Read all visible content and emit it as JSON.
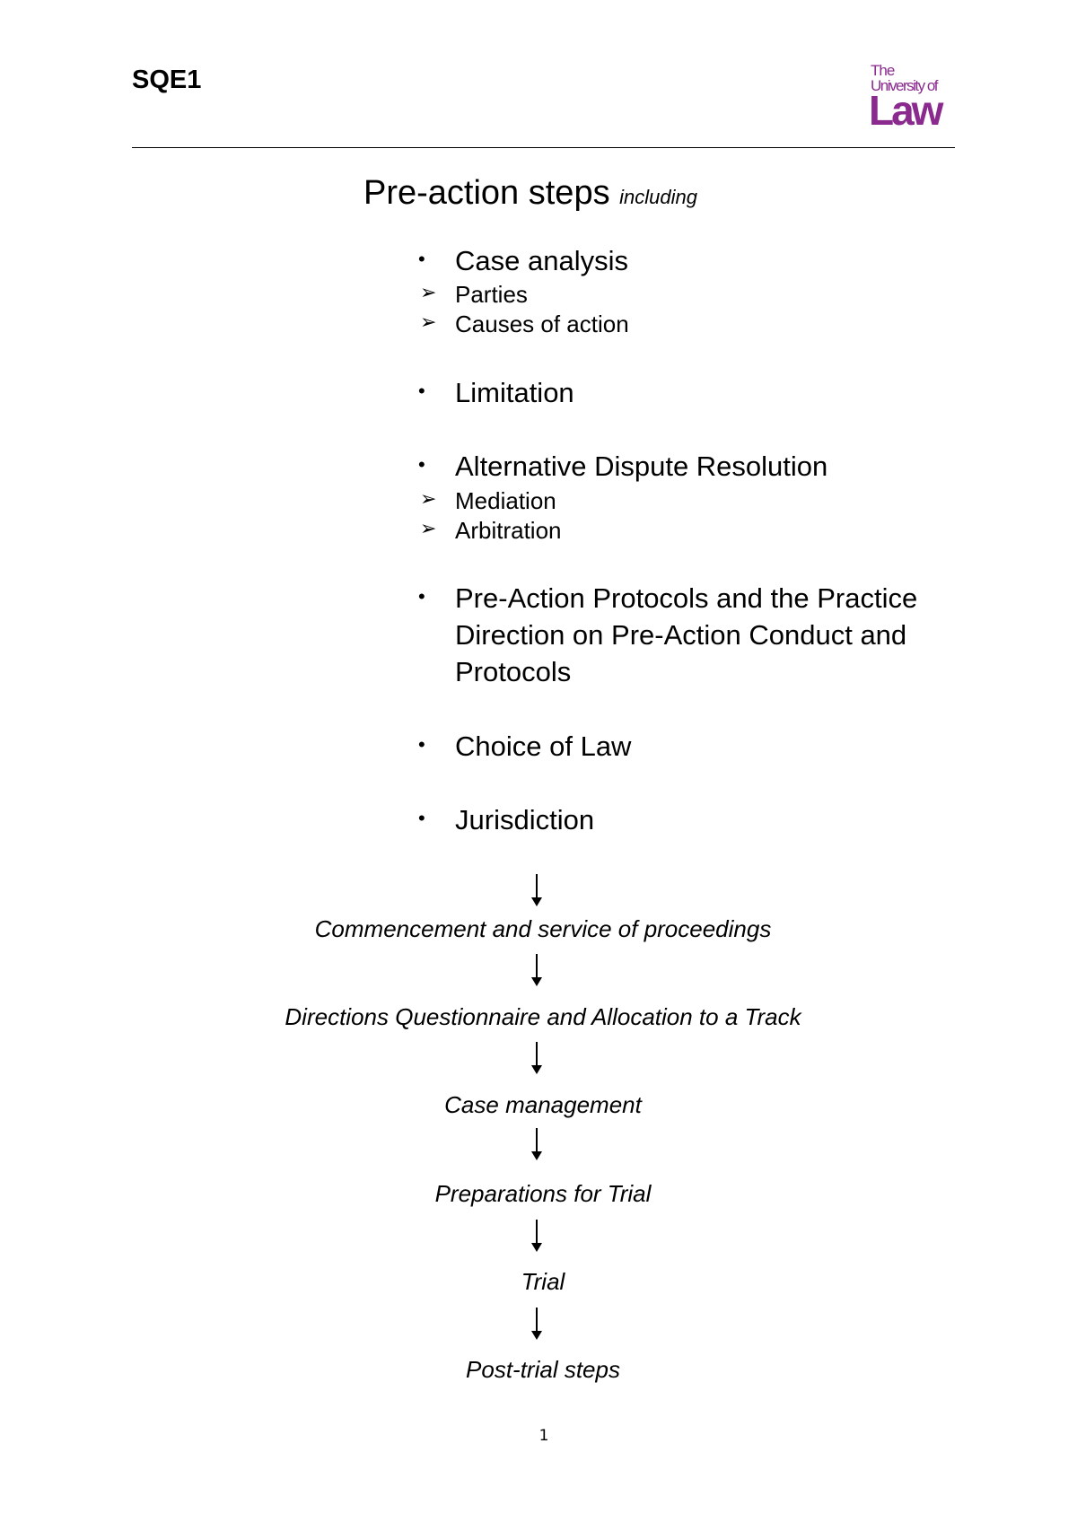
{
  "header": {
    "title": "SQE1",
    "logo": {
      "line1": "The",
      "line2": "University of",
      "line3": "Law",
      "color": "#8a2a8e"
    }
  },
  "section": {
    "heading": "Pre-action steps",
    "heading_suffix": "including",
    "bullets": [
      {
        "text": "Case analysis",
        "subitems": [
          "Parties",
          "Causes of action"
        ]
      },
      {
        "text": "Limitation",
        "subitems": []
      },
      {
        "text": "Alternative Dispute Resolution",
        "subitems": [
          "Mediation",
          "Arbitration"
        ]
      },
      {
        "text": "Pre-Action Protocols and the Practice Direction on Pre-Action Conduct and Protocols",
        "subitems": []
      },
      {
        "text": "Choice of Law",
        "subitems": []
      },
      {
        "text": "Jurisdiction",
        "subitems": []
      }
    ]
  },
  "flow": {
    "steps": [
      "Commencement and service of proceedings",
      "Directions Questionnaire and Allocation to a Track",
      "Case management",
      "Preparations for Trial",
      "Trial",
      "Post-trial steps"
    ]
  },
  "footer": {
    "page_number": "1"
  }
}
